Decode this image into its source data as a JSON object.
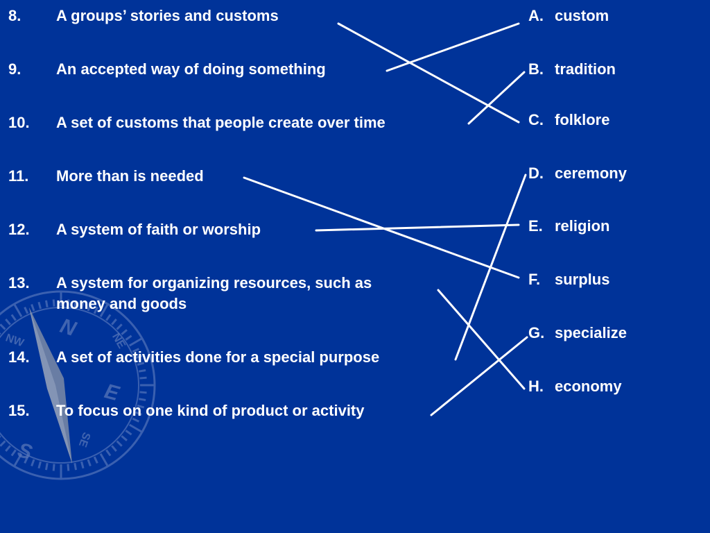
{
  "questions": [
    {
      "num": "8.",
      "line1": "A groups’ stories and customs",
      "line2": ""
    },
    {
      "num": "9.",
      "line1": "An accepted way of doing something",
      "line2": ""
    },
    {
      "num": "10.",
      "line1": "A set of customs that people create over time",
      "line2": ""
    },
    {
      "num": "11.",
      "line1": "More than is needed",
      "line2": ""
    },
    {
      "num": "12.",
      "line1": "A system of faith or worship",
      "line2": ""
    },
    {
      "num": "13.",
      "line1": "A system for organizing resources, such as",
      "line2": "money and goods"
    },
    {
      "num": "14.",
      "line1": "A set of activities done for a special purpose",
      "line2": ""
    },
    {
      "num": "15.",
      "line1": "To focus on one kind of product or activity",
      "line2": ""
    }
  ],
  "answers": [
    {
      "letter": "A.",
      "word": "custom"
    },
    {
      "letter": "B.",
      "word": "tradition"
    },
    {
      "letter": "C.",
      "word": "folklore"
    },
    {
      "letter": "D.",
      "word": "ceremony"
    },
    {
      "letter": "E.",
      "word": "religion"
    },
    {
      "letter": "F.",
      "word": "surplus"
    },
    {
      "letter": "G.",
      "word": "specialize"
    },
    {
      "letter": "H.",
      "word": "economy"
    }
  ],
  "matches": [
    {
      "question": "8.",
      "answer": "C."
    },
    {
      "question": "9.",
      "answer": "A."
    },
    {
      "question": "10.",
      "answer": "B."
    },
    {
      "question": "11.",
      "answer": "F."
    },
    {
      "question": "12.",
      "answer": "E."
    },
    {
      "question": "13.",
      "answer": "H."
    },
    {
      "question": "14.",
      "answer": "D."
    },
    {
      "question": "15.",
      "answer": "G."
    }
  ],
  "compass_labels": {
    "n": "N",
    "nw": "NW",
    "ne": "NE",
    "e": "E",
    "se": "SE",
    "s": "S"
  },
  "colors": {
    "background": "#003399",
    "text": "#ffffff",
    "compass": "#5577bb"
  }
}
